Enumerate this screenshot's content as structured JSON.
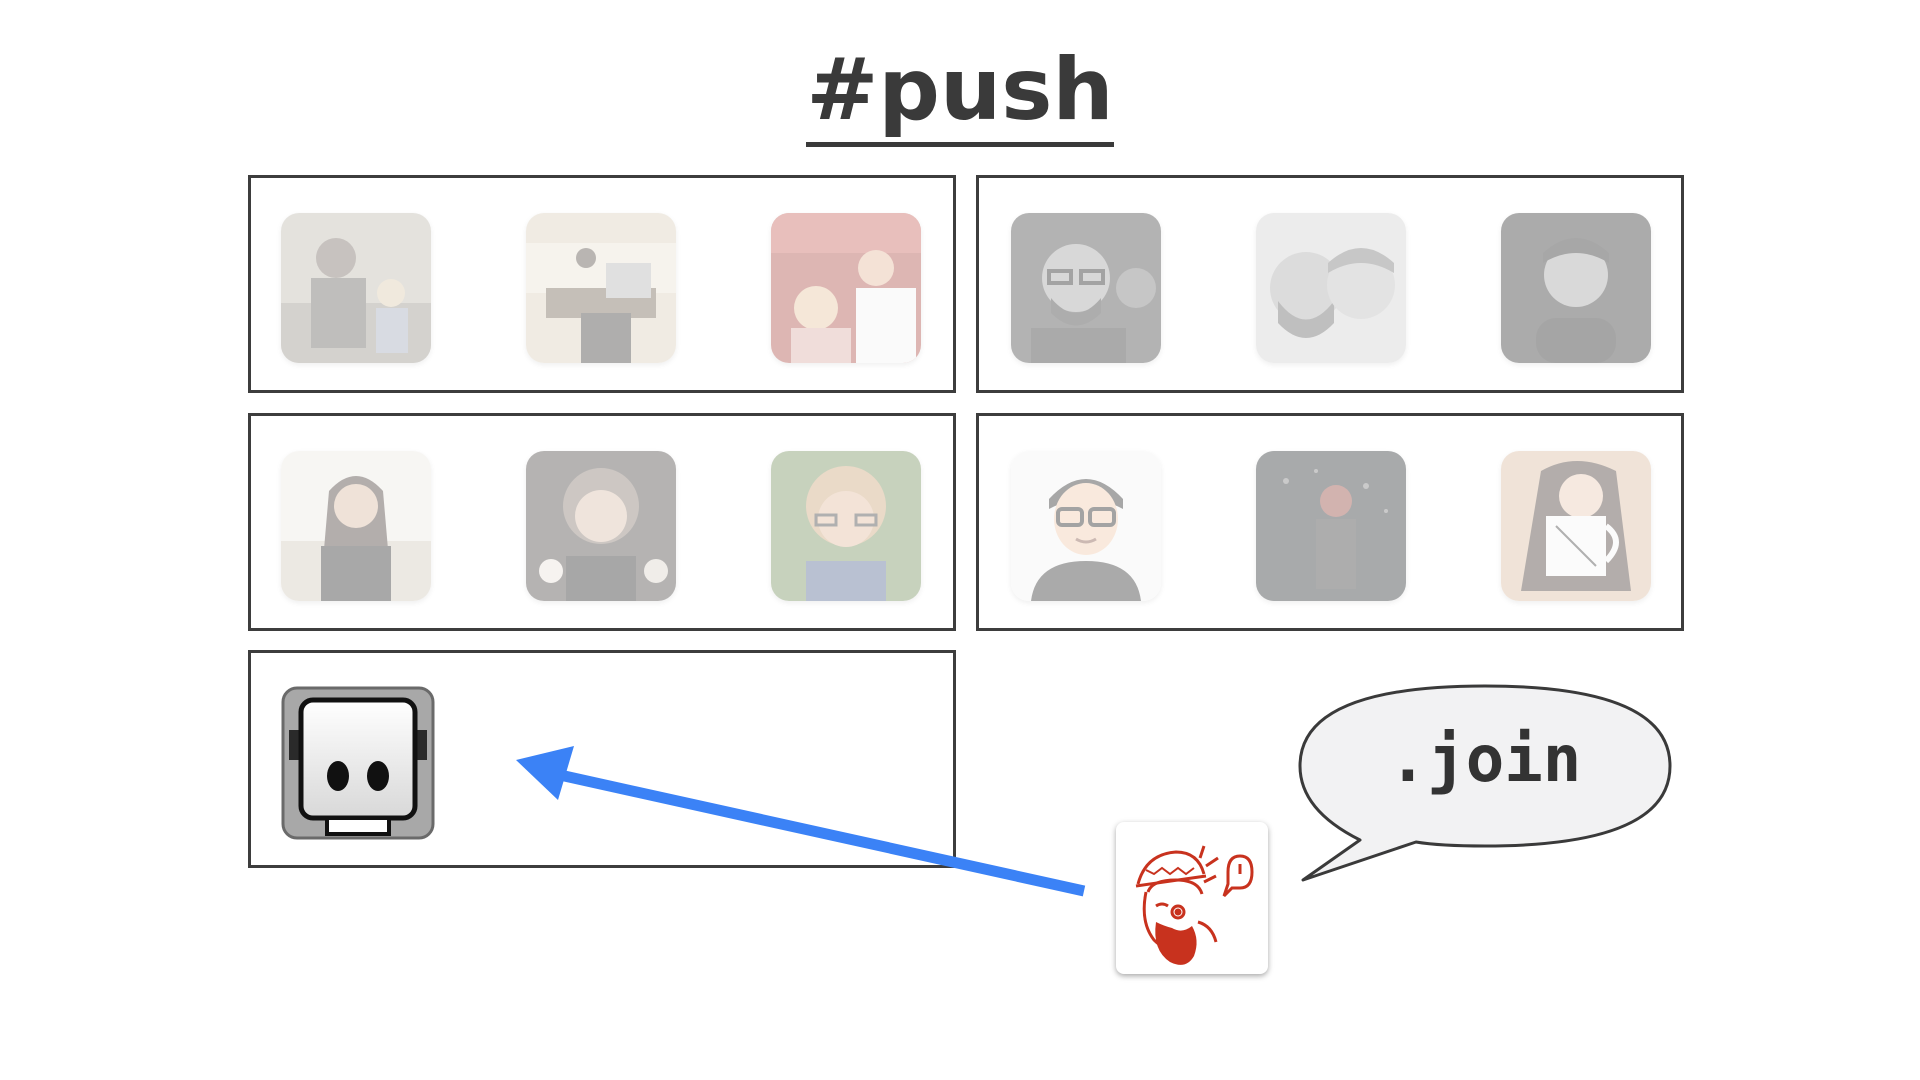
{
  "title": "#push",
  "rooms": [
    {
      "avatars": [
        "person-with-child-photo",
        "office-desk-photo",
        "celebration-photo"
      ]
    },
    {
      "avatars": [
        "man-with-glasses-photo",
        "two-men-selfie-photo",
        "man-portrait-photo"
      ]
    },
    {
      "avatars": [
        "woman-smiling-photo",
        "woman-with-flowers-photo",
        "curly-hair-man-photo"
      ]
    },
    {
      "avatars": [
        "cartoon-man-glasses-illustration",
        "dark-scene-photo",
        "woman-with-mug-photo"
      ]
    },
    {
      "avatars": [
        "robot-bot-icon"
      ]
    }
  ],
  "joining_user": {
    "avatar": "bearded-man-illustration-icon"
  },
  "speech_bubble": {
    "text": ".join"
  },
  "arrow": {
    "color": "#3b82f6"
  }
}
